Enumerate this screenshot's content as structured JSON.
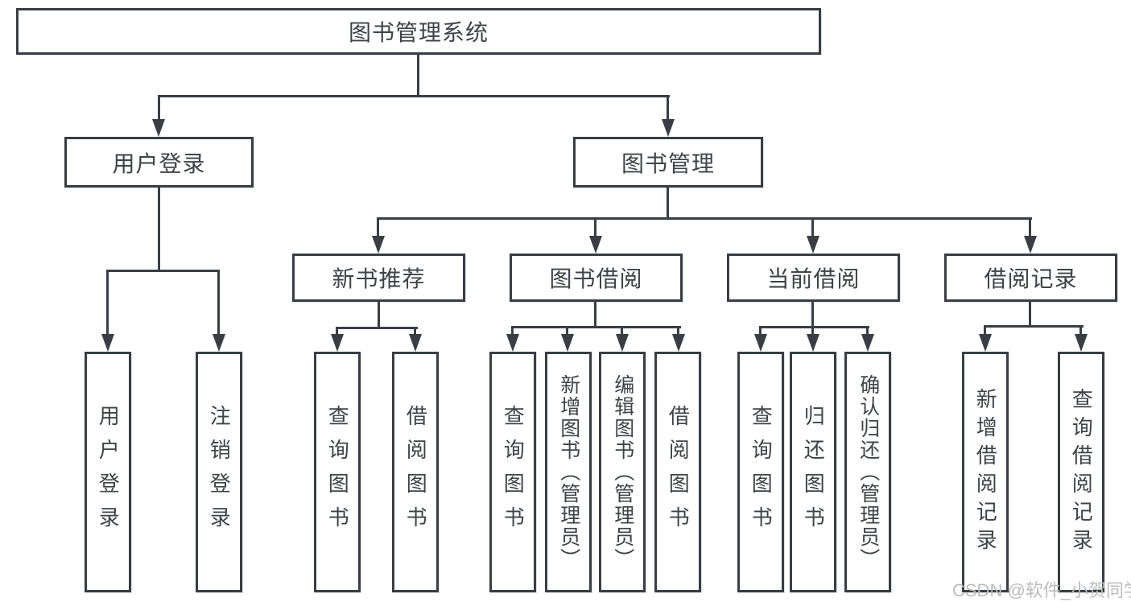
{
  "colors": {
    "line": "#3a3e44",
    "text": "#3f4347",
    "box_bg": "#ffffff",
    "background": "#ffffff",
    "watermark": "#bcbcbc"
  },
  "watermark": "CSDN @软件_小贺同学",
  "tree": {
    "root": {
      "label": "图书管理系统"
    },
    "branches": [
      {
        "label": "用户登录",
        "children": [
          {
            "label": "用户登录"
          },
          {
            "label": "注销登录"
          }
        ]
      },
      {
        "label": "图书管理",
        "children": [
          {
            "label": "新书推荐",
            "children": [
              {
                "label": "查询图书"
              },
              {
                "label": "借阅图书"
              }
            ]
          },
          {
            "label": "图书借阅",
            "children": [
              {
                "label": "查询图书"
              },
              {
                "label": "新增图书（管理员）"
              },
              {
                "label": "编辑图书（管理员）"
              },
              {
                "label": "借阅图书"
              }
            ]
          },
          {
            "label": "当前借阅",
            "children": [
              {
                "label": "查询图书"
              },
              {
                "label": "归还图书"
              },
              {
                "label": "确认归还（管理员）"
              }
            ]
          },
          {
            "label": "借阅记录",
            "children": [
              {
                "label": "新增借阅记录"
              },
              {
                "label": "查询借阅记录"
              }
            ]
          }
        ]
      }
    ]
  }
}
